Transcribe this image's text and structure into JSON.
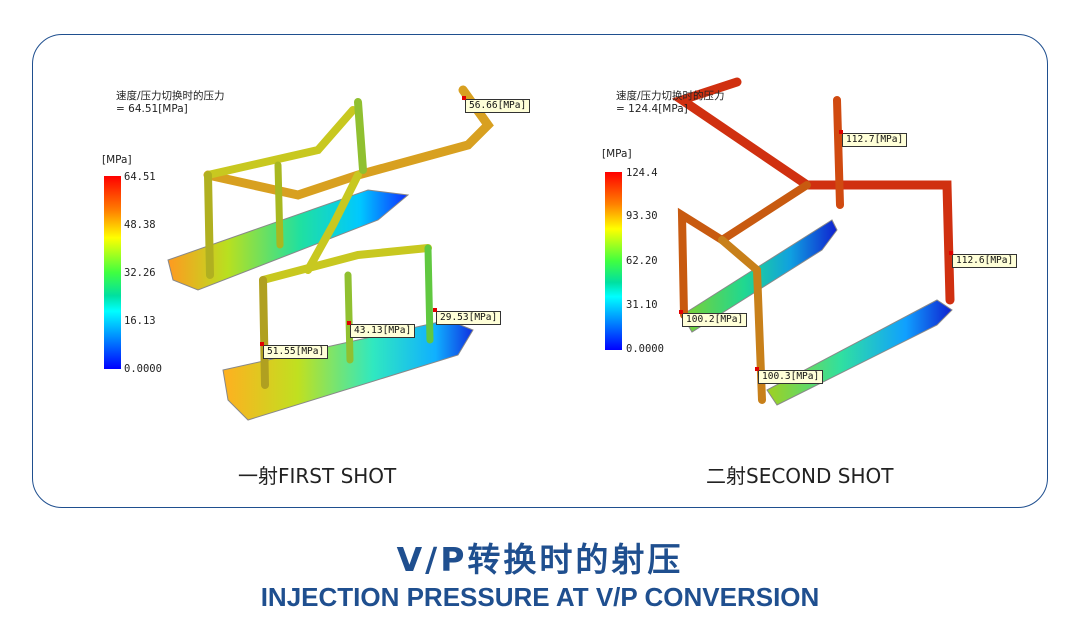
{
  "first": {
    "title_line1": "速度/压力切换时的压力",
    "title_line2": "= 64.51[MPa]",
    "unit": "[MPa]",
    "ticks": [
      "64.51",
      "48.38",
      "32.26",
      "16.13",
      "0.0000"
    ],
    "probes": [
      "56.66[MPa]",
      "51.55[MPa]",
      "43.13[MPa]",
      "29.53[MPa]"
    ],
    "caption": "一射FIRST SHOT"
  },
  "second": {
    "title_line1": "速度/压力切换时的压力",
    "title_line2": "= 124.4[MPa]",
    "unit": "[MPa]",
    "ticks": [
      "124.4",
      "93.30",
      "62.20",
      "31.10",
      "0.0000"
    ],
    "probes": [
      "112.7[MPa]",
      "112.6[MPa]",
      "100.2[MPa]",
      "100.3[MPa]"
    ],
    "caption": "二射SECOND SHOT"
  },
  "title": "V/P转换时的射压",
  "subtitle": "INJECTION PRESSURE AT V/P CONVERSION"
}
